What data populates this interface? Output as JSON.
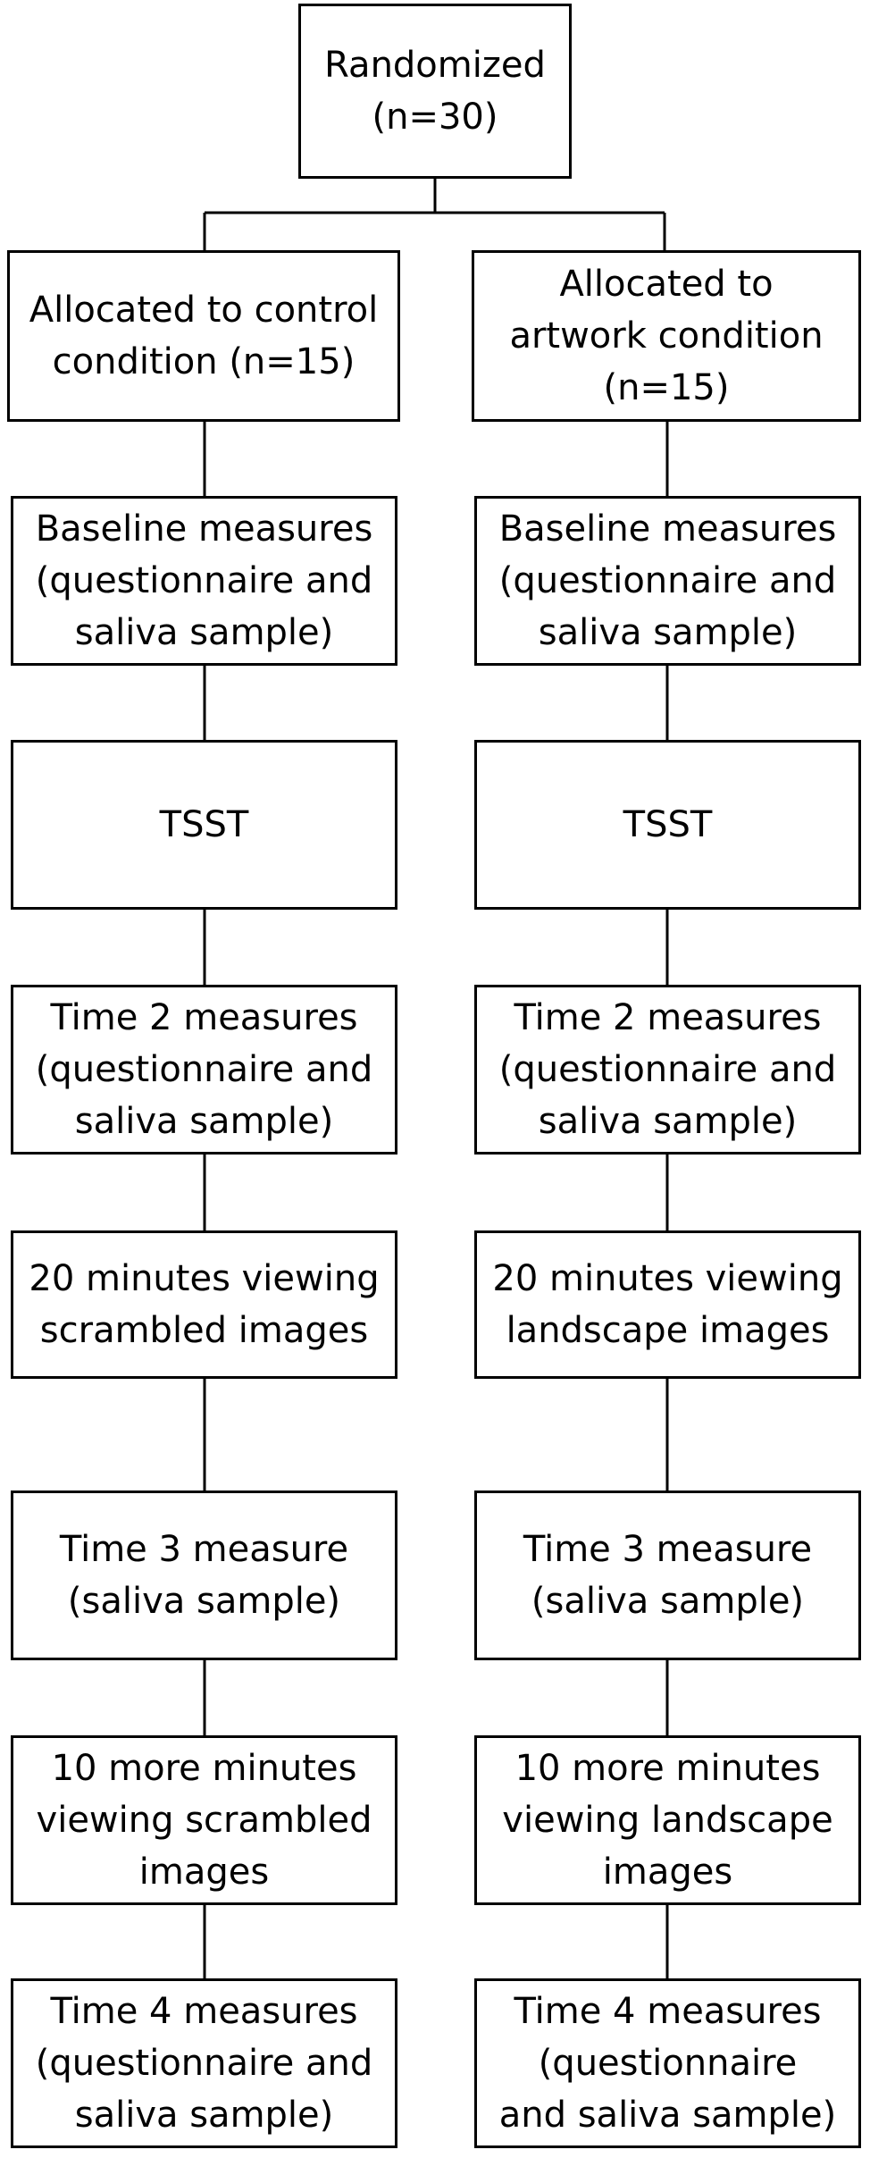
{
  "colors": {
    "stroke": "#000000",
    "background": "#ffffff",
    "text": "#000000"
  },
  "top": {
    "text": "Randomized\n(n=30)"
  },
  "left": [
    {
      "text": "Allocated to control\ncondition (n=15)"
    },
    {
      "text": "Baseline measures\n(questionnaire and\nsaliva sample)"
    },
    {
      "text": "TSST"
    },
    {
      "text": "Time 2 measures\n(questionnaire and\nsaliva sample)"
    },
    {
      "text": "20 minutes viewing\nscrambled images"
    },
    {
      "text": "Time 3 measure\n(saliva sample)"
    },
    {
      "text": "10 more minutes\nviewing scrambled\nimages"
    },
    {
      "text": "Time 4 measures\n(questionnaire and\nsaliva sample)"
    }
  ],
  "right": [
    {
      "text": "Allocated to\nartwork condition\n(n=15)"
    },
    {
      "text": "Baseline measures\n(questionnaire and\nsaliva sample)"
    },
    {
      "text": "TSST"
    },
    {
      "text": "Time 2 measures\n(questionnaire and\nsaliva sample)"
    },
    {
      "text": "20 minutes viewing\nlandscape images"
    },
    {
      "text": "Time 3 measure\n(saliva sample)"
    },
    {
      "text": "10 more minutes\nviewing landscape\nimages"
    },
    {
      "text": "Time 4 measures\n(questionnaire\nand saliva sample)"
    }
  ]
}
